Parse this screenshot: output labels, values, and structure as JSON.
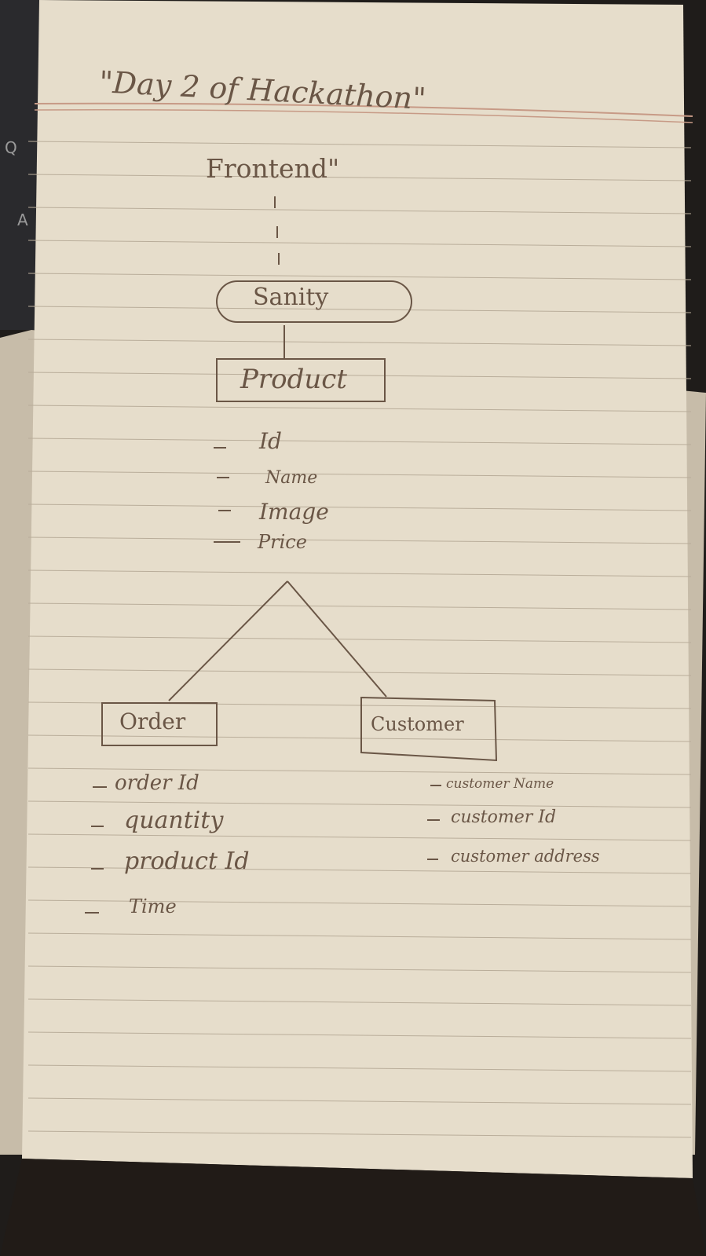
{
  "keyboard": {
    "keys": [
      "Q",
      "A"
    ]
  },
  "diagram": {
    "title": "\"Day 2 of Hackathon\"",
    "frontend_label": "Frontend\"",
    "sanity_label": "Sanity",
    "product": {
      "label": "Product",
      "fields": [
        "Id",
        "Name",
        "Image",
        "Price"
      ]
    },
    "order": {
      "label": "Order",
      "fields": [
        "order Id",
        "quantity",
        "product Id",
        "Time"
      ]
    },
    "customer": {
      "label": "Customer",
      "fields": [
        "customer Name",
        "customer Id",
        "customer address"
      ]
    }
  },
  "colors": {
    "paper": "#e8dfcd",
    "ink": "#6a5646",
    "ruled_line": "#b9ad9a",
    "margin_line": "#c79a86",
    "background": "#1f1c1a"
  }
}
